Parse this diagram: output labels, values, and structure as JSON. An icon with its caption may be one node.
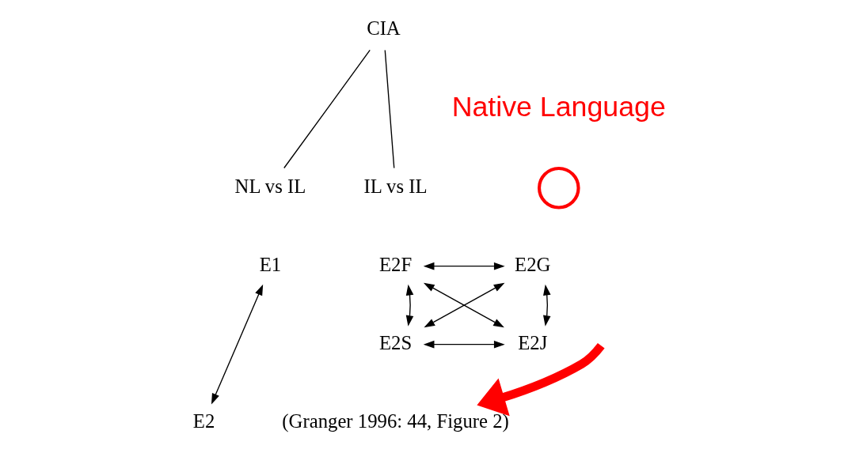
{
  "diagram": {
    "nodes": [
      {
        "text": [
          "CIA"
        ]
      },
      {
        "text": [
          "NL vs IL"
        ]
      },
      {
        "text": [
          "IL vs IL"
        ]
      },
      {
        "text": [
          "E1"
        ]
      },
      {
        "text": [
          "E2"
        ]
      },
      {
        "text": [
          "E2F"
        ]
      },
      {
        "text": [
          "E2G"
        ]
      },
      {
        "text": [
          "E2S"
        ]
      },
      {
        "text": [
          "E2J"
        ]
      },
      {
        "text": [],
        "shape": "circle"
      },
      {
        "text": [
          "(Granger 1996: 44, Figure 2)"
        ]
      }
    ],
    "edges": [
      {
        "from": 0,
        "to": 1,
        "arrow": "none"
      },
      {
        "from": 0,
        "to": 2,
        "arrow": "none"
      },
      {
        "from": 3,
        "to": 4,
        "arrow": "both"
      },
      {
        "from": 5,
        "to": 6,
        "arrow": "both"
      },
      {
        "from": 5,
        "to": 7,
        "arrow": "both"
      },
      {
        "from": 5,
        "to": 8,
        "arrow": "both"
      },
      {
        "from": 6,
        "to": 7,
        "arrow": "both"
      },
      {
        "from": 6,
        "to": 8,
        "arrow": "both"
      },
      {
        "from": 7,
        "to": 8,
        "arrow": "both"
      },
      {
        "from": null,
        "to": 10,
        "arrow": "to",
        "style": "thick",
        "color": "#ff0000"
      }
    ],
    "labels": [
      "Native Language"
    ]
  }
}
